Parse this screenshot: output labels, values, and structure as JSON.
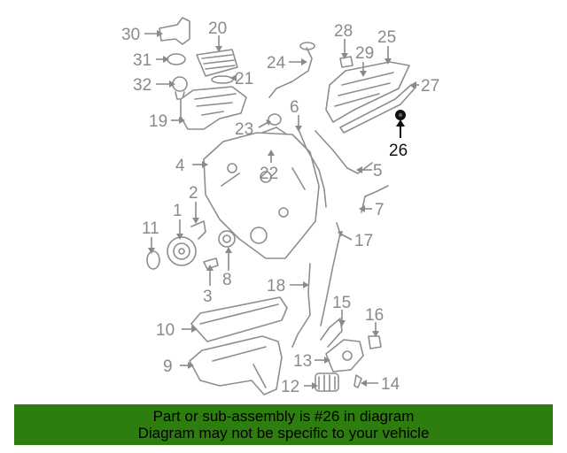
{
  "diagram": {
    "highlighted_part": "26",
    "callouts": [
      "1",
      "2",
      "3",
      "4",
      "5",
      "6",
      "7",
      "8",
      "9",
      "10",
      "11",
      "12",
      "13",
      "14",
      "15",
      "16",
      "17",
      "18",
      "19",
      "20",
      "21",
      "22",
      "23",
      "24",
      "25",
      "26",
      "27",
      "28",
      "29",
      "30",
      "31",
      "32"
    ]
  },
  "colors": {
    "banner_background": "#2e7d0f",
    "part_line": "#8e8e8e",
    "label_gray": "#8a8a8a",
    "highlight": "#111111"
  },
  "banner": {
    "line1": "Part or sub-assembly is #26 in diagram",
    "line2": "Diagram may not be specific to your vehicle"
  }
}
